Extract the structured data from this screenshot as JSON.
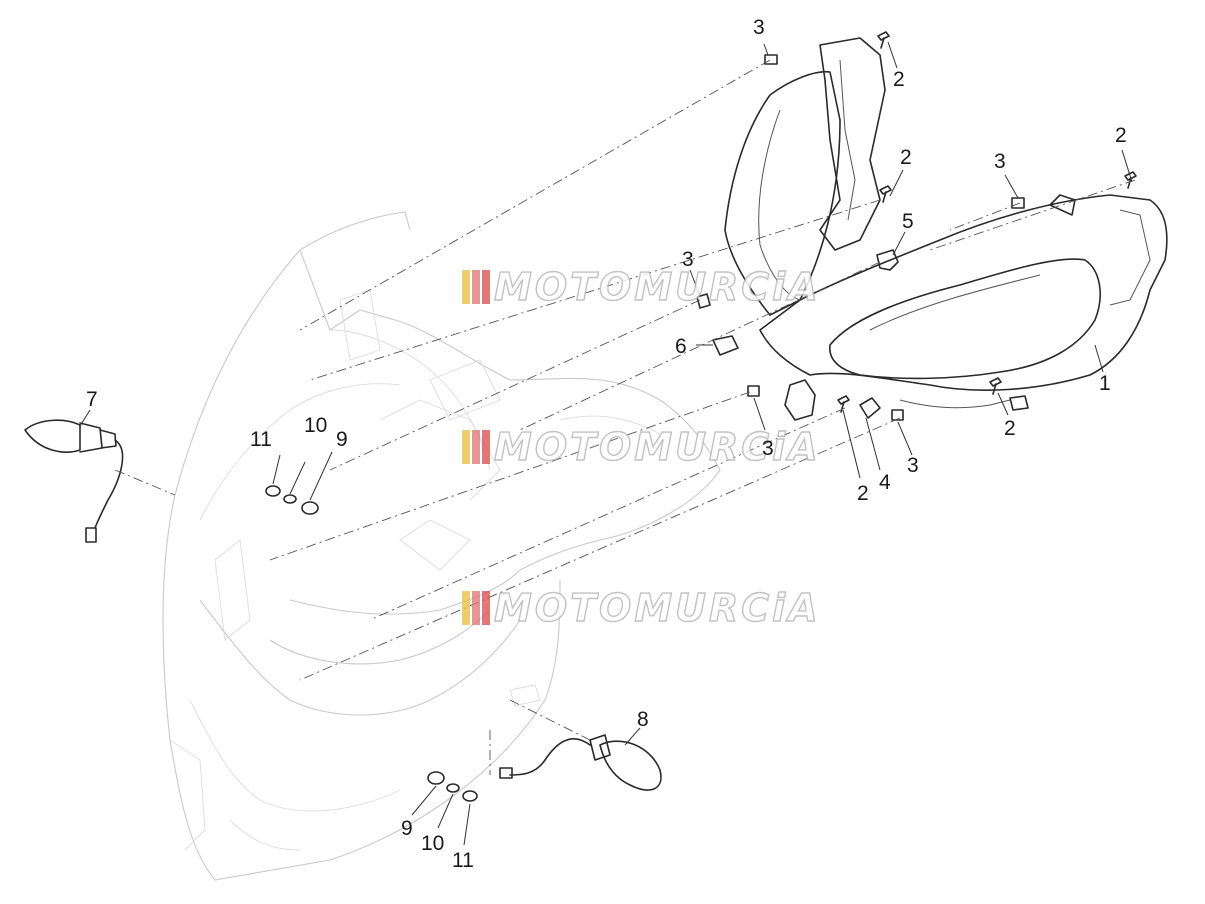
{
  "callouts": [
    {
      "id": "c3a",
      "text": "3"
    },
    {
      "id": "c2a",
      "text": "2"
    },
    {
      "id": "c2b",
      "text": "2"
    },
    {
      "id": "c2c",
      "text": "2"
    },
    {
      "id": "c3b",
      "text": "3"
    },
    {
      "id": "c5",
      "text": "5"
    },
    {
      "id": "c3c",
      "text": "3"
    },
    {
      "id": "c6",
      "text": "6"
    },
    {
      "id": "c1",
      "text": "1"
    },
    {
      "id": "c7",
      "text": "7"
    },
    {
      "id": "c11a",
      "text": "11"
    },
    {
      "id": "c10a",
      "text": "10"
    },
    {
      "id": "c9a",
      "text": "9"
    },
    {
      "id": "c3d",
      "text": "3"
    },
    {
      "id": "c2d",
      "text": "2"
    },
    {
      "id": "c4",
      "text": "4"
    },
    {
      "id": "c3e",
      "text": "3"
    },
    {
      "id": "c2e",
      "text": "2"
    },
    {
      "id": "c8",
      "text": "8"
    },
    {
      "id": "c9b",
      "text": "9"
    },
    {
      "id": "c10b",
      "text": "10"
    },
    {
      "id": "c11b",
      "text": "11"
    }
  ],
  "watermark": {
    "text": "MOTOMURCiA",
    "colors": [
      "#e6c24a",
      "#e07a7a",
      "#d85656"
    ]
  }
}
